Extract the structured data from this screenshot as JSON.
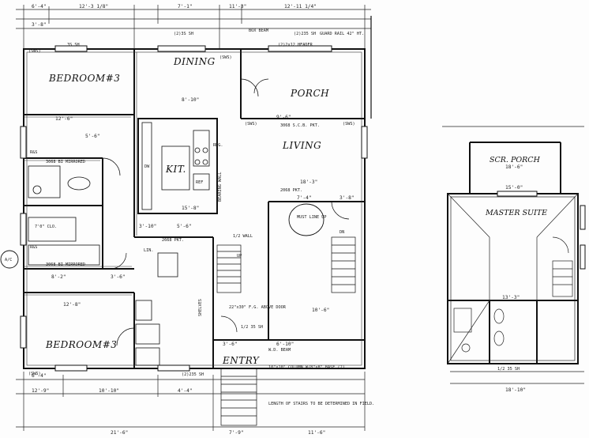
{
  "rooms": {
    "bedroom_top": "BEDROOM#3",
    "bedroom_bottom": "BEDROOM#3",
    "dining": "DINING",
    "porch": "PORCH",
    "kitchen": "KIT.",
    "living": "LIVING",
    "entry": "ENTRY",
    "scr_porch": "SCR. PORCH",
    "master_suite": "MASTER SUITE",
    "must_line": "MUST LINE UP",
    "ac": "A/C"
  },
  "dims_top": [
    "6'-4\"",
    "12'-3 1/8\"",
    "7'-1\"",
    "11'-3\"",
    "12'-11 1/4\"",
    "3'-8\""
  ],
  "dims_bottom": [
    "6'-4\"",
    "10'-10\"",
    "4'-4\"",
    "7'-9\"",
    "11'-6\"",
    "21'-6\"",
    "12'-9\""
  ],
  "dims_misc": {
    "d1": "12'-6\"",
    "d2": "8'-10\"",
    "d3": "9'-6\"",
    "d4": "15'-8\"",
    "d5": "7'-4\"",
    "d6": "3'-8\"",
    "d7": "18'-3\"",
    "d8": "5'-6\"",
    "d9": "10'-6\"",
    "d10": "12'-8\"",
    "d11": "8'-2\"",
    "d12": "3'-6\"",
    "d13": "3'-10\"",
    "d14": "5'-6\"",
    "d15": "3'-6\"",
    "d16": "6'-10\"",
    "d17": "18'-6\"",
    "d18": "15'-0\"",
    "d19": "13'-3\"",
    "d20": "18'-10\""
  },
  "notes": {
    "windows_top": "3S SH",
    "window_k": "(2)3S SH",
    "guard_rail": "GUARD RAIL 42\" HT.",
    "header": "(2)2x12 HEADER",
    "box_beam": "BOX BEAM",
    "window_bot": "(2)235 SH",
    "gas_pkt": "3068 S.C.B. PKT.",
    "pkt1": "2668 PKT.",
    "pkt2": "2068 PKT.",
    "shelves": "SHELVES",
    "door_above": "22\"x30\" F.G. ABOVE DOOR",
    "wd_beam": "W.D. BEAM",
    "stairs_note": "LENGTH OF STAIRS TO BE DETERMINED IN FIELD.",
    "column": "10\"x10\" COLUMN W/8\"x8\" BASE (2)",
    "bearing_wall": "BEARING WALL",
    "half_wall": "1/2 WALL",
    "closet": "7'0\" CLO.",
    "mirrored": "3068 BI MIRRORED",
    "linen": "LIN.",
    "sh_half": "1/2 35 SH",
    "dw": "DW",
    "ref": "REF",
    "range": "RNG.",
    "up": "UP",
    "dn": "DN",
    "window_r": "(2)235 SH",
    "window_scr": "1/2 35 SH",
    "sws": "(SWS)",
    "r_s": "R&S"
  }
}
